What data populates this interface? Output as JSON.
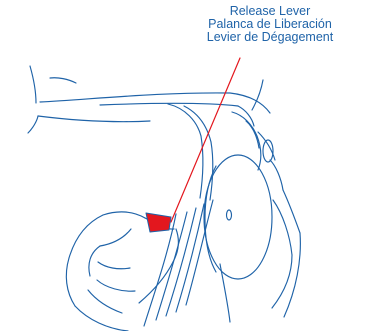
{
  "callout": {
    "line1": "Release Lever",
    "line2": "Palanca de Liberación",
    "line3": "Levier de Dégagement"
  },
  "colors": {
    "line_art": "#1f63a8",
    "leader_line": "#e3171e",
    "release_lever_fill": "#e3171e"
  }
}
